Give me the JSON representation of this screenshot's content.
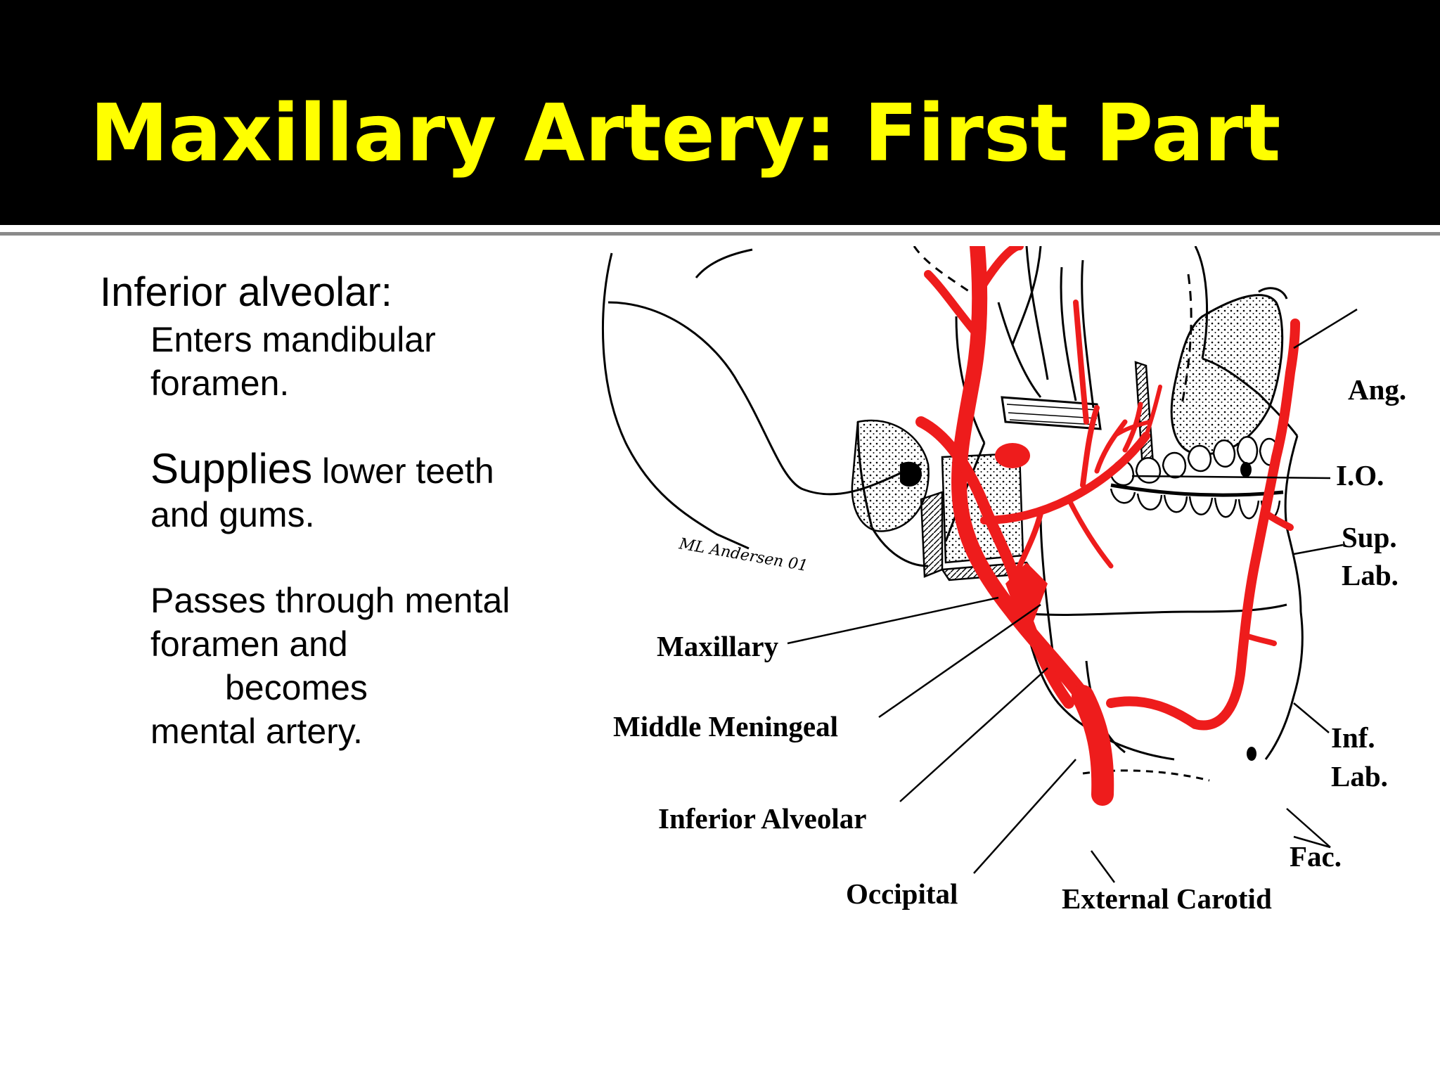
{
  "slide": {
    "title": "Maxillary Artery: First Part",
    "heading": "Inferior alveolar:",
    "paragraphs": {
      "p1": "Enters mandibular foramen.",
      "p2_big": "Supplies",
      "p2_rest": " lower teeth and gums.",
      "p3_line1": "Passes through mental foramen and",
      "p3_line2": "becomes",
      "p3_line3": "mental artery."
    }
  },
  "diagram": {
    "artery_color": "#ee1c1c",
    "signature": "ML Andersen 01",
    "labels": {
      "ang": "Ang.",
      "io": "I.O.",
      "sup_lab_1": "Sup.",
      "sup_lab_2": "Lab.",
      "maxillary": "Maxillary",
      "middle_meningeal": "Middle Meningeal",
      "inf_lab_1": "Inf.",
      "inf_lab_2": "Lab.",
      "inferior_alveolar": "Inferior Alveolar",
      "fac": "Fac.",
      "occipital": "Occipital",
      "external_carotid": "External Carotid"
    }
  }
}
